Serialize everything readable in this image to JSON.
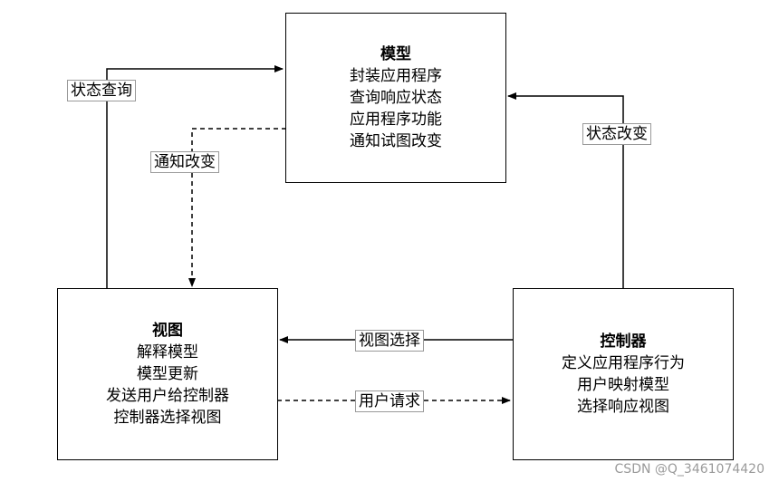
{
  "model": {
    "title": "模型",
    "lines": [
      "封装应用程序",
      "查询响应状态",
      "应用程序功能",
      "通知试图改变"
    ]
  },
  "view": {
    "title": "视图",
    "lines": [
      "解释模型",
      "模型更新",
      "发送用户给控制器",
      "控制器选择视图"
    ]
  },
  "controller": {
    "title": "控制器",
    "lines": [
      "定义应用程序行为",
      "用户映射模型",
      "选择响应视图"
    ]
  },
  "edges": {
    "state_query": "状态查询",
    "notify_change": "通知改变",
    "state_change": "状态改变",
    "view_select": "视图选择",
    "user_request": "用户请求"
  },
  "watermark": "CSDN @Q_3461074420"
}
